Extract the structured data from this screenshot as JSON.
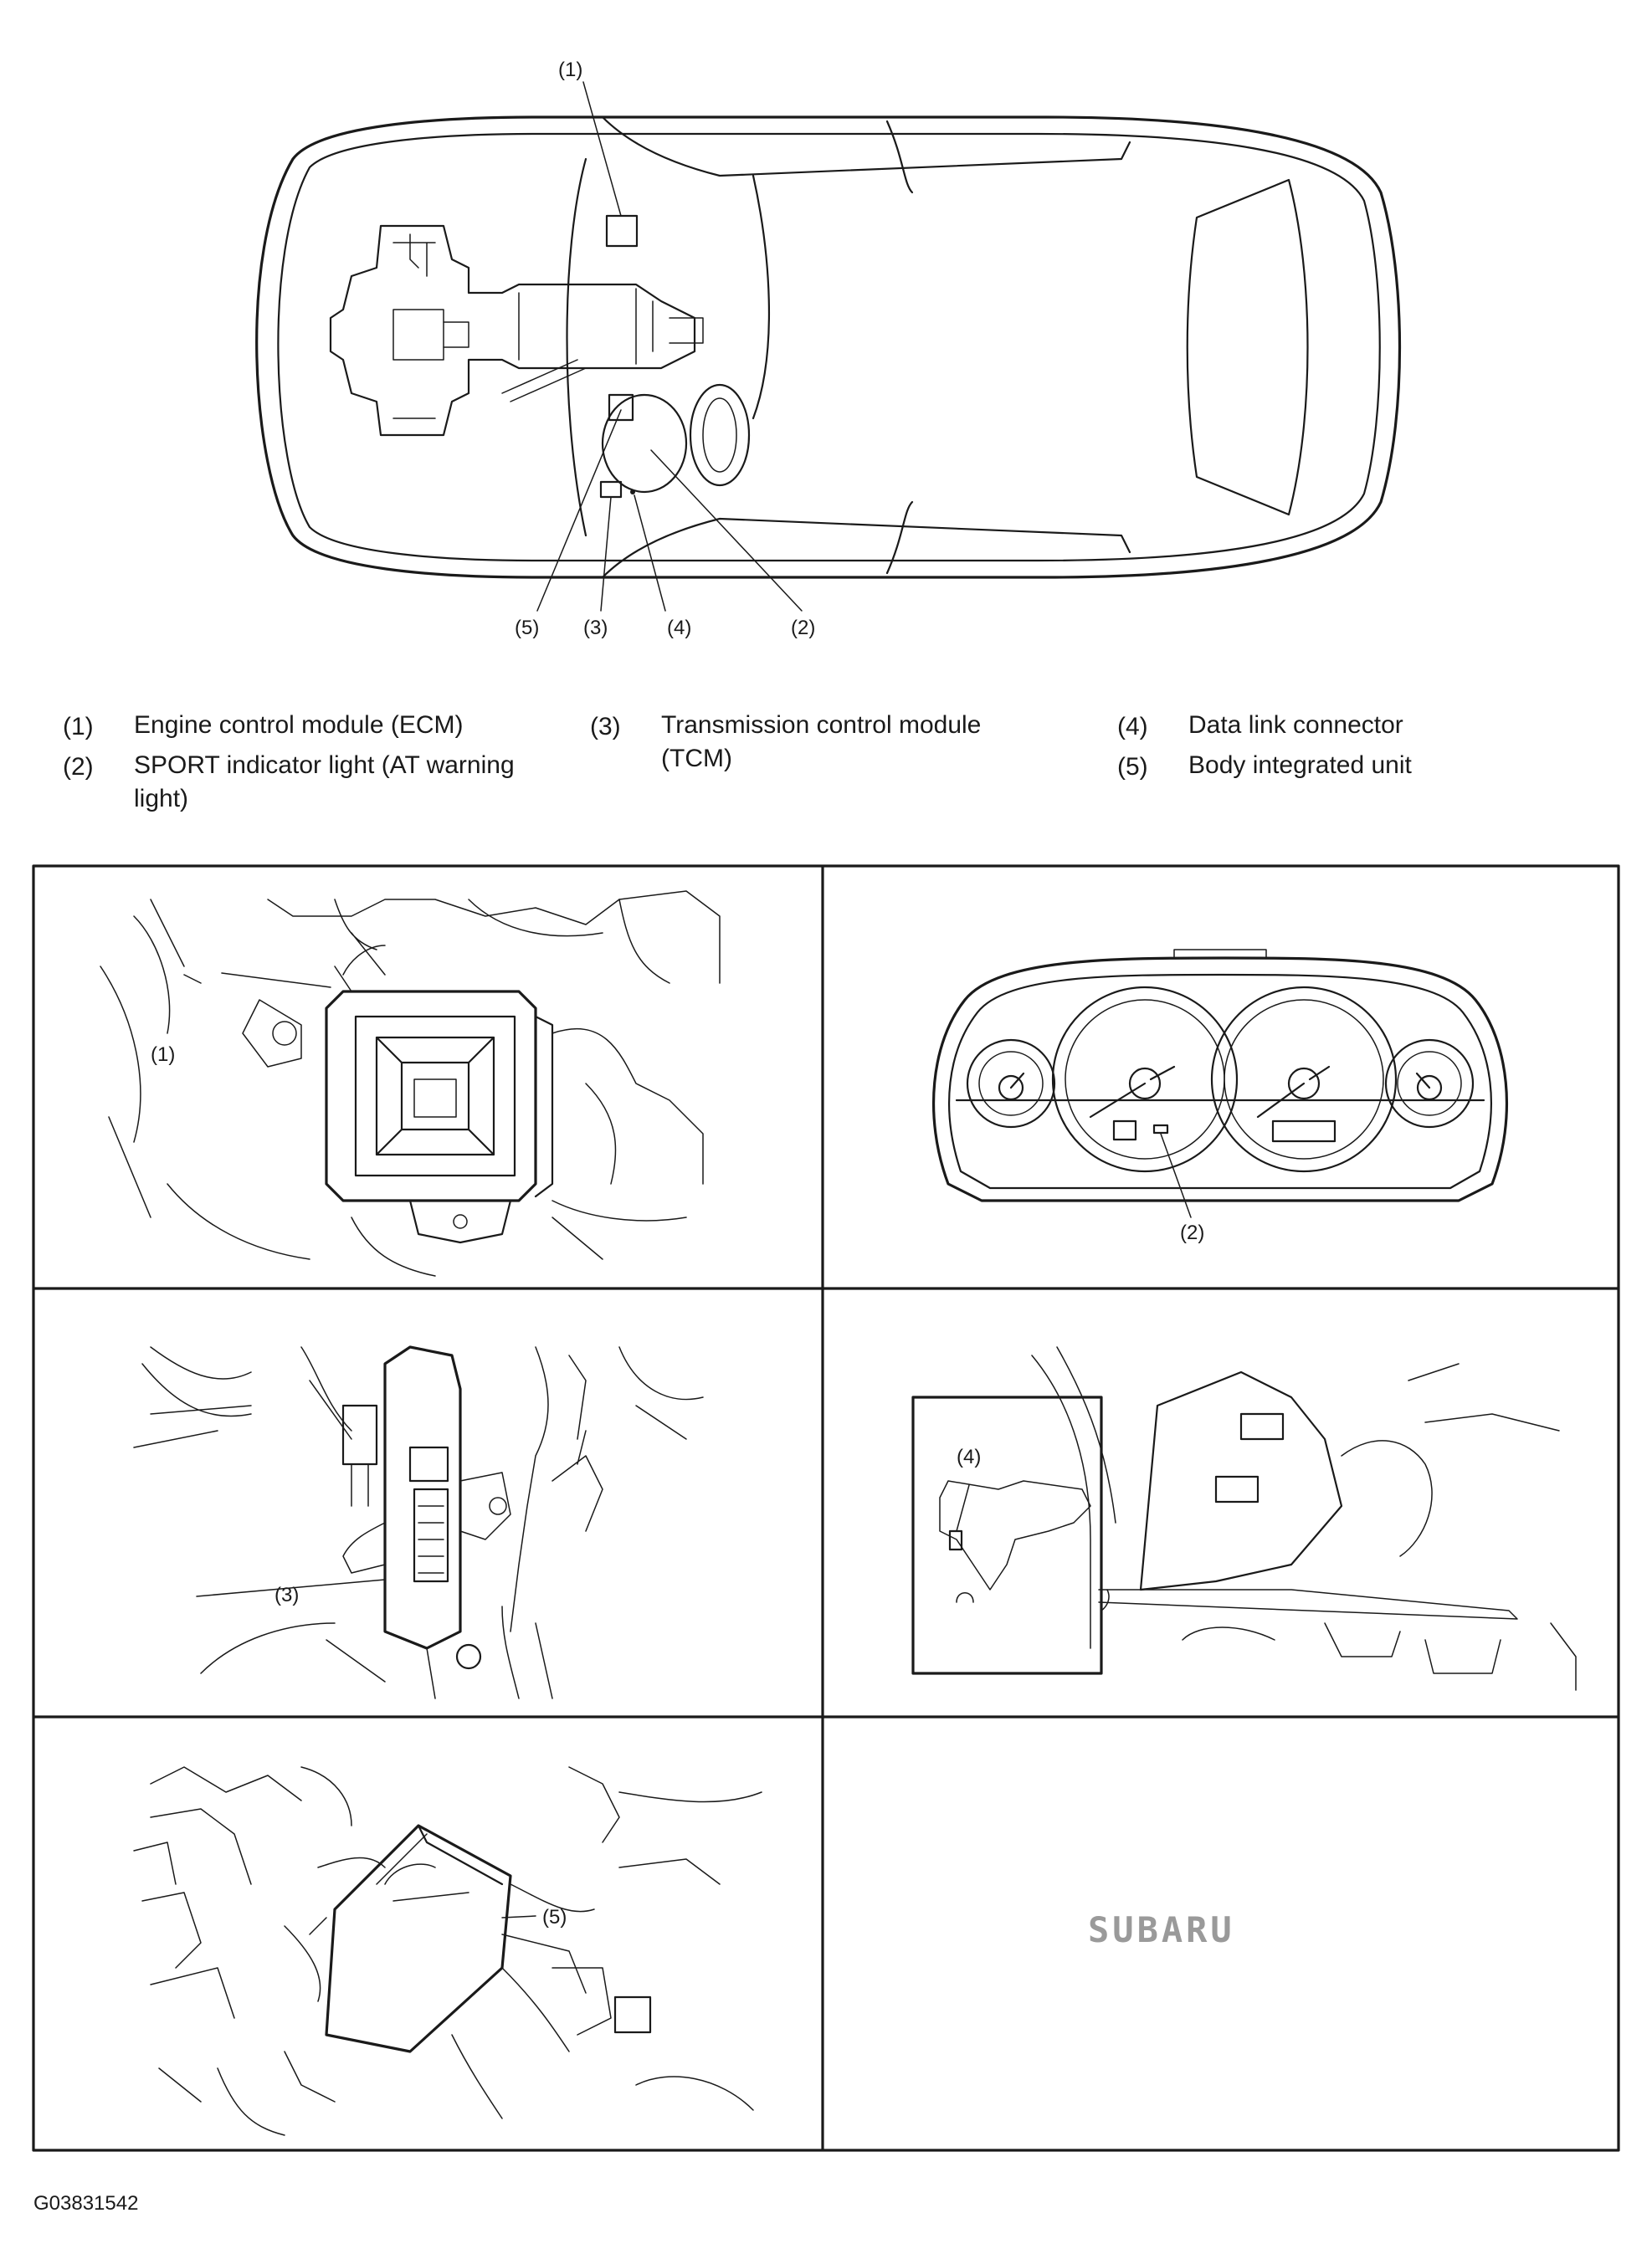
{
  "top_diagram": {
    "callouts": {
      "c1": "(1)",
      "c5": "(5)",
      "c3": "(3)",
      "c4": "(4)",
      "c2": "(2)"
    }
  },
  "legend": [
    {
      "num": "(1)",
      "text": "Engine control module (ECM)"
    },
    {
      "num": "(2)",
      "text": "SPORT indicator light (AT warning light)"
    },
    {
      "num": "(3)",
      "text": "Transmission control module (TCM)"
    },
    {
      "num": "(4)",
      "text": "Data link connector"
    },
    {
      "num": "(5)",
      "text": "Body integrated unit"
    }
  ],
  "panels": {
    "ecm": {
      "callout": "(1)"
    },
    "cluster": {
      "callout": "(2)"
    },
    "tcm": {
      "callout": "(3)"
    },
    "dlc": {
      "callout": "(4)"
    },
    "biu": {
      "callout": "(5)"
    },
    "logo": {
      "text": "SUBARU"
    }
  },
  "figure_id": "G03831542"
}
